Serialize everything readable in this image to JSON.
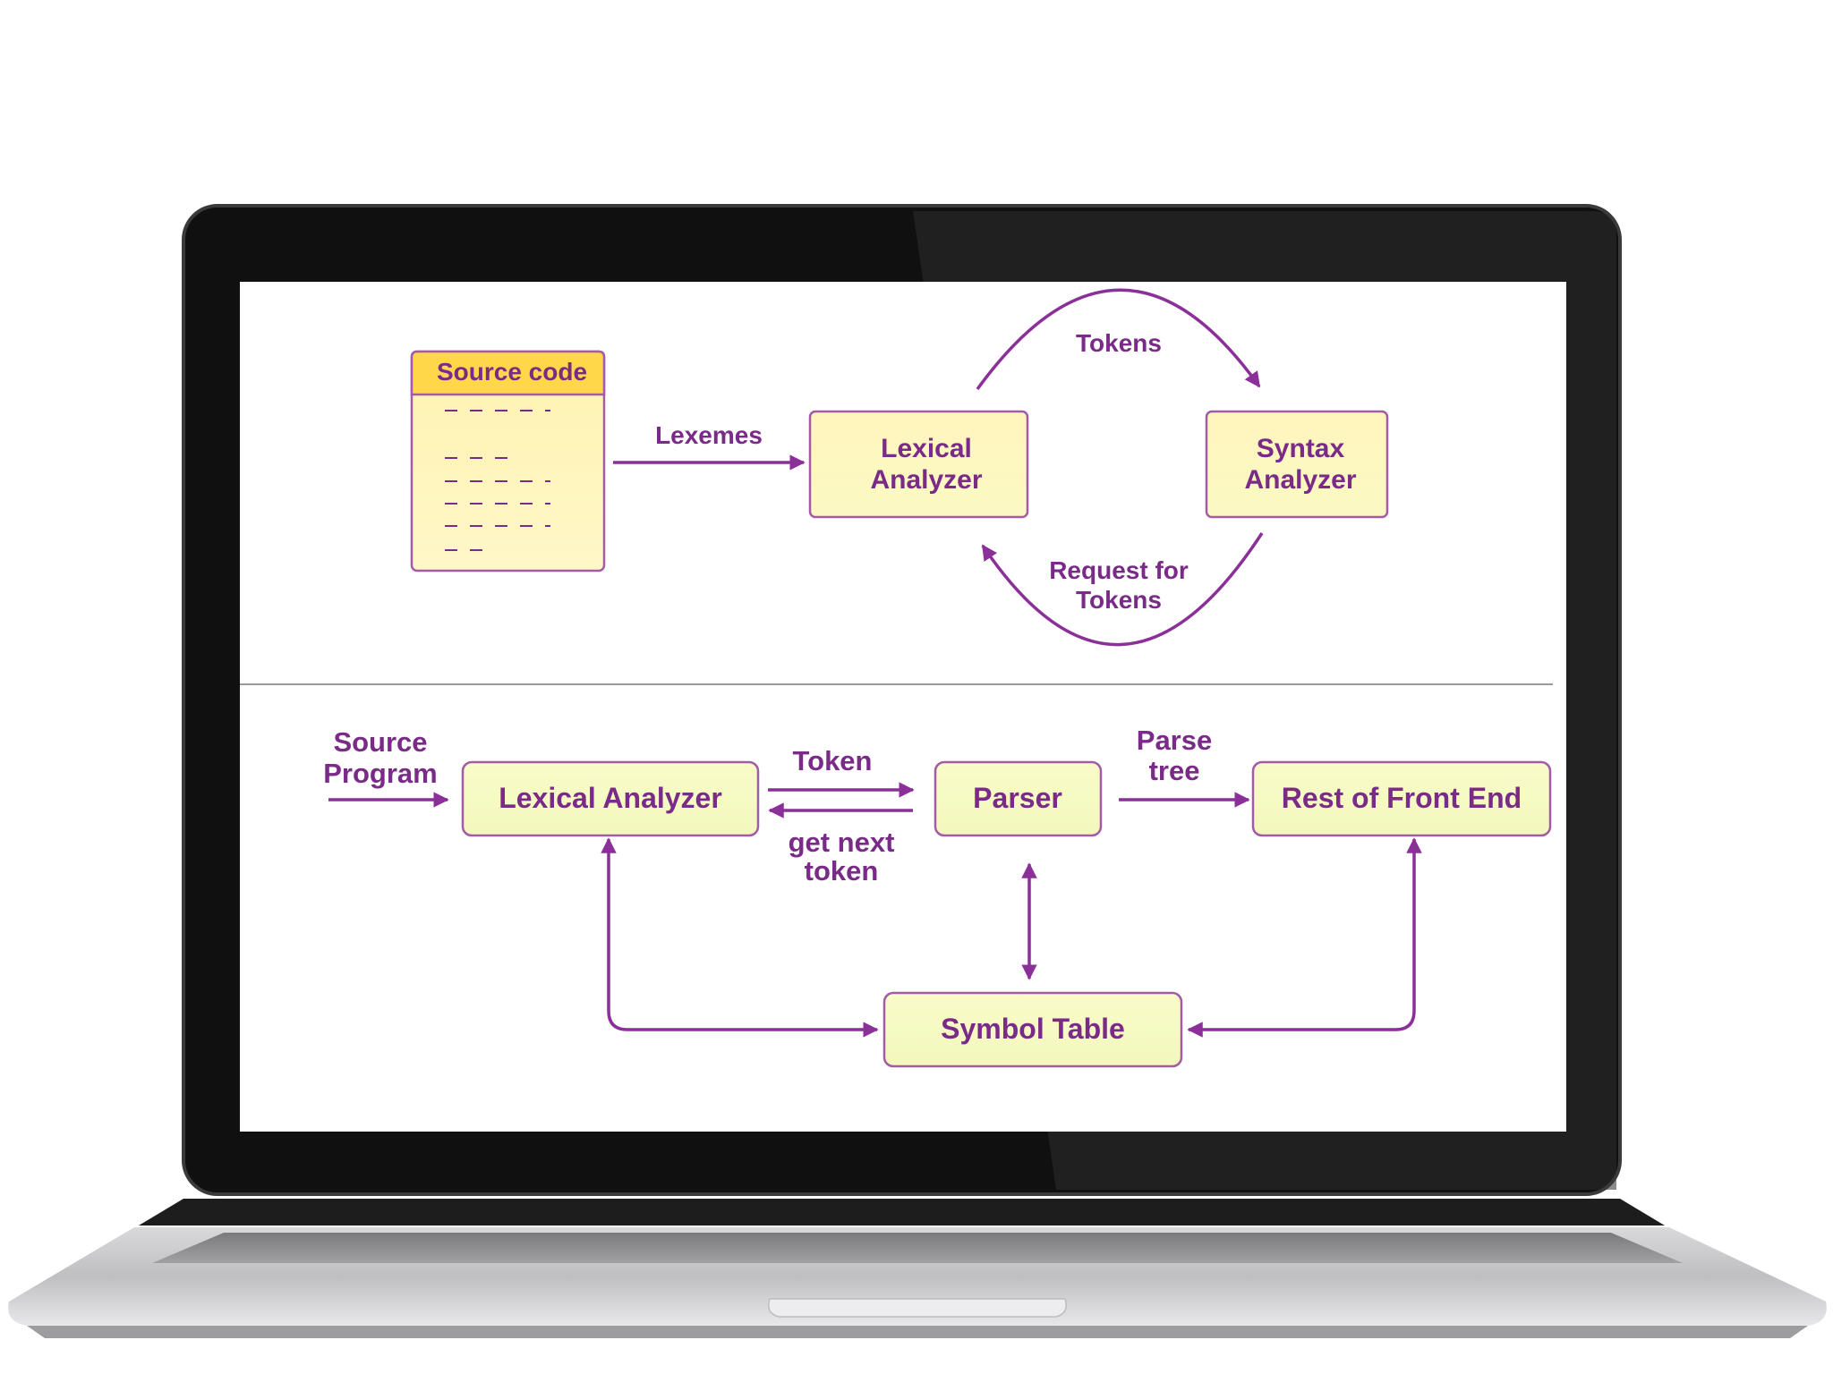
{
  "colors": {
    "accent": "#8b2f99",
    "label": "#7a2a87",
    "box_fill_top": "#fff6b8",
    "box_fill_bottom": "#f7fbc4",
    "box_stroke": "#a35aa8",
    "source_header": "#ffd84a",
    "laptop_frame": "#111111",
    "laptop_base": "#c9c9cb"
  },
  "top_diagram": {
    "source_code_title": "Source code",
    "lexemes_label": "Lexemes",
    "lexical_analyzer": [
      "Lexical",
      "Analyzer"
    ],
    "syntax_analyzer": [
      "Syntax",
      "Analyzer"
    ],
    "tokens_label": "Tokens",
    "request_label": [
      "Request for",
      "Tokens"
    ]
  },
  "bottom_diagram": {
    "source_program": [
      "Source",
      "Program"
    ],
    "lexical_analyzer": "Lexical Analyzer",
    "token_label": "Token",
    "get_next_token": [
      "get next",
      "token"
    ],
    "parser": "Parser",
    "parse_tree": [
      "Parse",
      "tree"
    ],
    "rest_of_front_end": "Rest of Front End",
    "symbol_table": "Symbol Table"
  }
}
